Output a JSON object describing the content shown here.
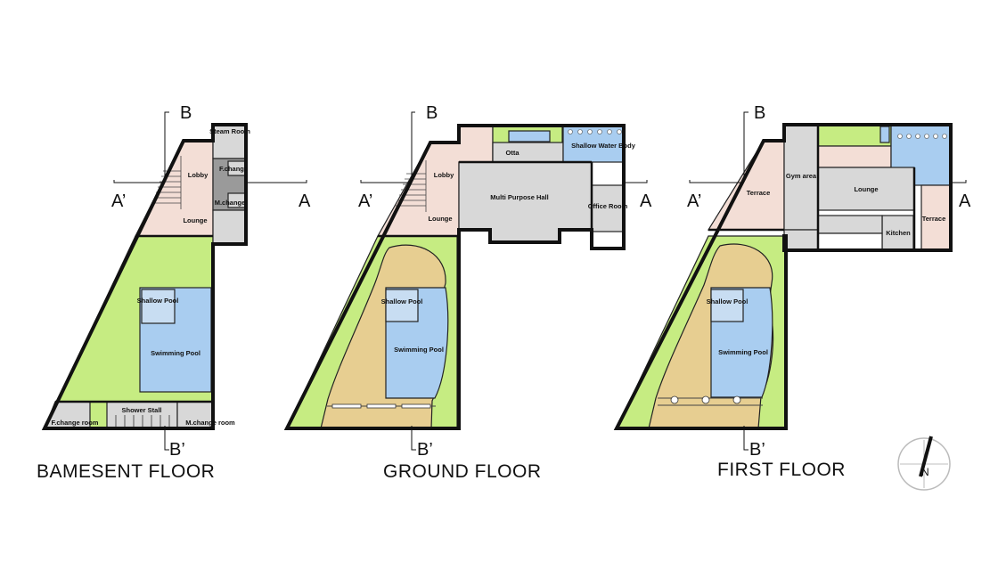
{
  "colors": {
    "lawn": "#c6ec82",
    "lobby": "#f3ded6",
    "service": "#d8d8d8",
    "water": "#a9cdf0",
    "deck": "#e7ce91",
    "wall": "#111111"
  },
  "section_marks": {
    "b": "B",
    "b_prime": "B’",
    "a": "A",
    "a_prime": "A’"
  },
  "basement": {
    "title": "BAMESENT FLOOR",
    "rooms": {
      "steam_room": "Steam Room",
      "lobby": "Lobby",
      "f_change": "F.change",
      "m_change": "M.change",
      "lounge": "Lounge",
      "shallow_pool": "Shallow Pool",
      "swimming_pool": "Swimming Pool",
      "f_change_room": "F.change room",
      "shower_stall": "Shower Stall",
      "m_change_room": "M.change room"
    }
  },
  "ground": {
    "title": "GROUND FLOOR",
    "rooms": {
      "otta": "Otta",
      "shallow_water_body": "Shallow Water Body",
      "lobby": "Lobby",
      "multi_purpose_hall": "Multi Purpose Hall",
      "office_room": "Office Room",
      "lounge": "Lounge",
      "shallow_pool": "Shallow Pool",
      "swimming_pool": "Swimming Pool"
    }
  },
  "first": {
    "title": "FIRST FLOOR",
    "rooms": {
      "terrace_left": "Terrace",
      "gym_area": "Gym area",
      "lounge": "Lounge",
      "terrace_right": "Terrace",
      "kitchen": "Kitchen",
      "shallow_pool": "Shallow Pool",
      "swimming_pool": "Swimming Pool"
    }
  },
  "compass": {
    "north_label": "N"
  }
}
